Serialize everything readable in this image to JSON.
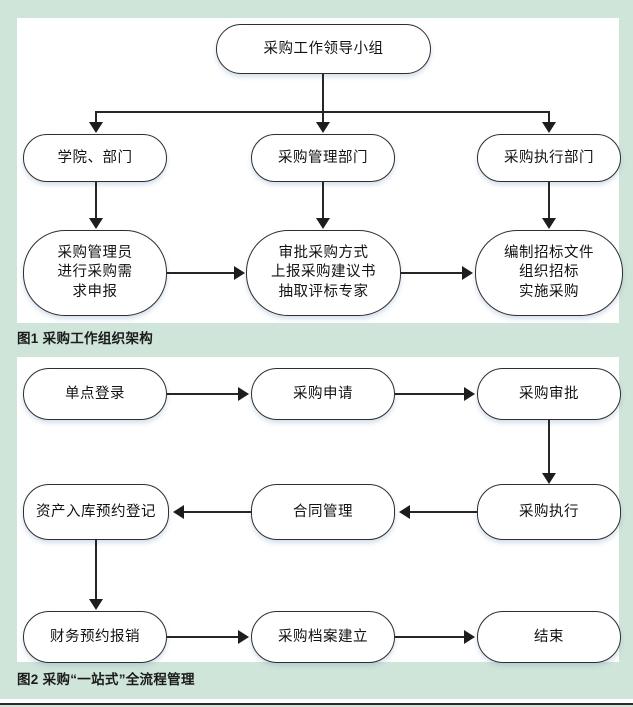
{
  "page": {
    "background_color": "#cfe5d9",
    "panel_color": "#ffffff"
  },
  "figure1": {
    "caption": "图1  采购工作组织架构",
    "diagram_type": "organization-chart",
    "nodes": {
      "root": "采购工作领导小组",
      "dept_college": "学院、部门",
      "dept_management": "采购管理部门",
      "dept_execution": "采购执行部门",
      "task_college": "采购管理员\n进行采购需\n求申报",
      "task_management": "审批采购方式\n上报采购建议书\n抽取评标专家",
      "task_execution": "编制招标文件\n组织招标\n实施采购"
    },
    "edges": [
      {
        "from": "采购工作领导小组",
        "to": "学院、部门",
        "direction": "down"
      },
      {
        "from": "采购工作领导小组",
        "to": "采购管理部门",
        "direction": "down"
      },
      {
        "from": "采购工作领导小组",
        "to": "采购执行部门",
        "direction": "down"
      },
      {
        "from": "学院、部门",
        "to": "采购管理员进行采购需求申报",
        "direction": "down"
      },
      {
        "from": "采购管理部门",
        "to": "审批采购方式上报采购建议书抽取评标专家",
        "direction": "down"
      },
      {
        "from": "采购执行部门",
        "to": "编制招标文件组织招标实施采购",
        "direction": "down"
      },
      {
        "from": "采购管理员进行采购需求申报",
        "to": "审批采购方式上报采购建议书抽取评标专家",
        "direction": "right"
      },
      {
        "from": "审批采购方式上报采购建议书抽取评标专家",
        "to": "编制招标文件组织招标实施采购",
        "direction": "right"
      }
    ]
  },
  "figure2": {
    "caption": "图2  采购“一站式”全流程管理",
    "diagram_type": "process-flowchart",
    "nodes": {
      "sso": "单点登录",
      "apply": "采购申请",
      "approve": "采购审批",
      "execute": "采购执行",
      "contract": "合同管理",
      "asset": "资产入库预约登记",
      "finance": "财务预约报销",
      "archive": "采购档案建立",
      "end": "结束"
    },
    "edges": [
      {
        "from": "单点登录",
        "to": "采购申请",
        "direction": "right"
      },
      {
        "from": "采购申请",
        "to": "采购审批",
        "direction": "right"
      },
      {
        "from": "采购审批",
        "to": "采购执行",
        "direction": "down"
      },
      {
        "from": "采购执行",
        "to": "合同管理",
        "direction": "left"
      },
      {
        "from": "合同管理",
        "to": "资产入库预约登记",
        "direction": "left"
      },
      {
        "from": "资产入库预约登记",
        "to": "财务预约报销",
        "direction": "down"
      },
      {
        "from": "财务预约报销",
        "to": "采购档案建立",
        "direction": "right"
      },
      {
        "from": "采购档案建立",
        "to": "结束",
        "direction": "right"
      }
    ]
  }
}
